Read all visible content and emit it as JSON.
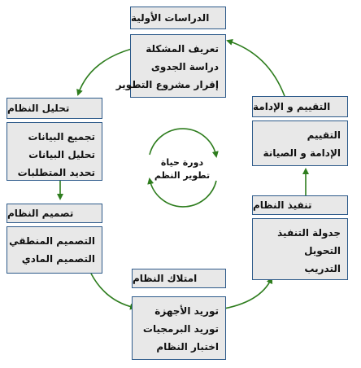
{
  "center": {
    "line1": "دورة حياة",
    "line2": "تطوير النظم"
  },
  "stages": {
    "preliminary": {
      "title": "الدراسات الأولية",
      "items": [
        "تعريف المشكلة",
        "دراسة الجدوى",
        "إقرار مشروع التطوير"
      ]
    },
    "analysis": {
      "title": "تحليل النظام",
      "items": [
        "تجميع البيانات",
        "تحليل البيانات",
        "تحديد المتطلبات"
      ]
    },
    "design": {
      "title": "تصميم النظام",
      "items": [
        "التصميم المنطقي",
        "التصميم المادي"
      ]
    },
    "acquisition": {
      "title": "امتلاك النظام",
      "items": [
        "توريد الأجهزة",
        "توريد البرمجيات",
        "اختبار النظام"
      ]
    },
    "implementation": {
      "title": "تنفيذ النظام",
      "items": [
        "جدولة التنفيذ",
        "التحويل",
        "التدريب"
      ]
    },
    "evaluation": {
      "title": "التقييم و الإدامة",
      "items": [
        "التقييم",
        "الإدامة و الصيانة"
      ]
    }
  },
  "colors": {
    "arrow": "#2e7d1e",
    "border": "#2d5a8a",
    "fill": "#e8e8e8"
  }
}
